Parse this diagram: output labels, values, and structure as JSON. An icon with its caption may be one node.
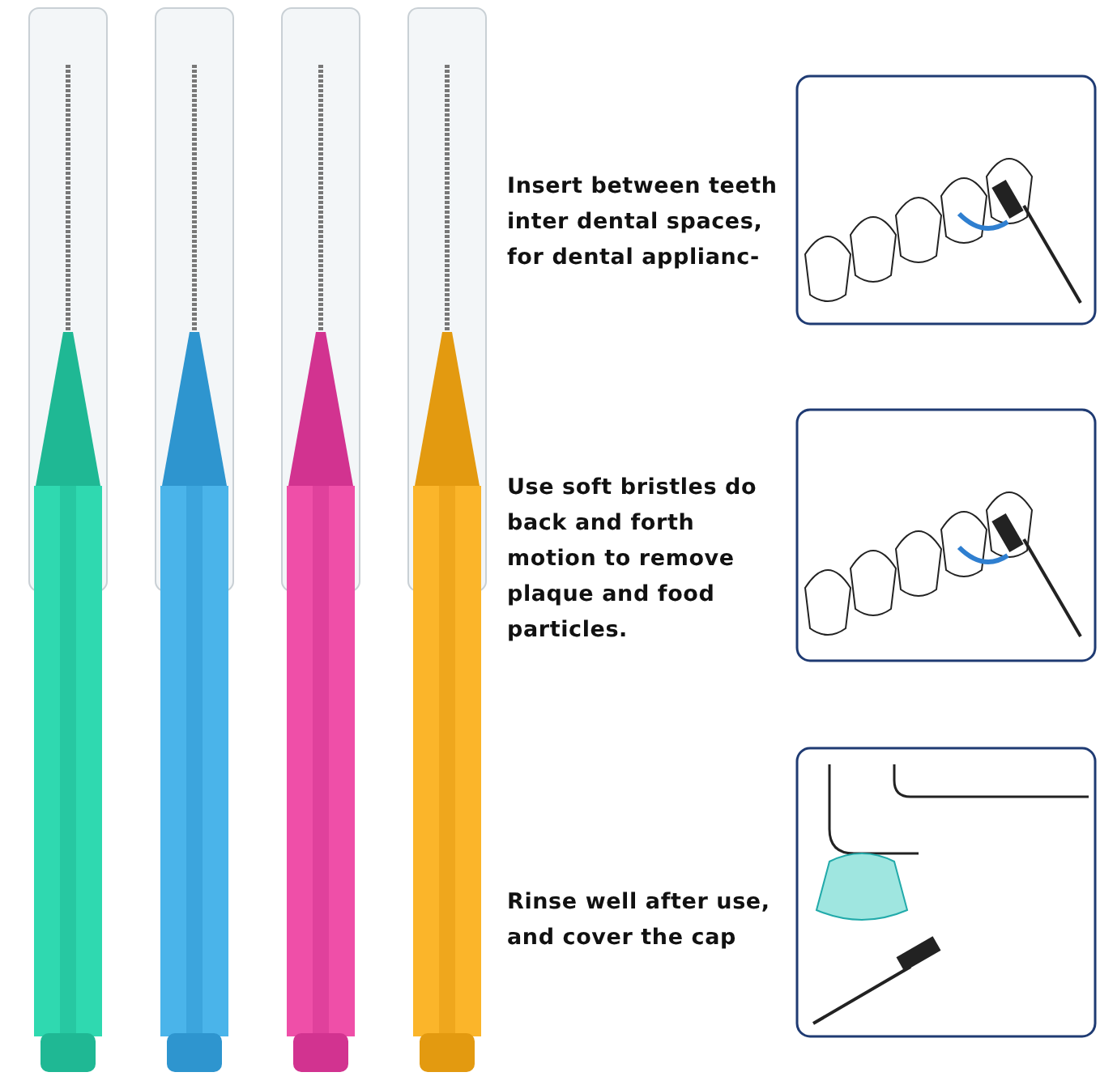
{
  "diagram": {
    "labels": [
      "Insert between teeth inter dental spaces, for dental applianc-",
      "Use soft bristles do back and forth motion to remove plaque and food particles.",
      "Rinse well after use, and cover the cap"
    ]
  }
}
